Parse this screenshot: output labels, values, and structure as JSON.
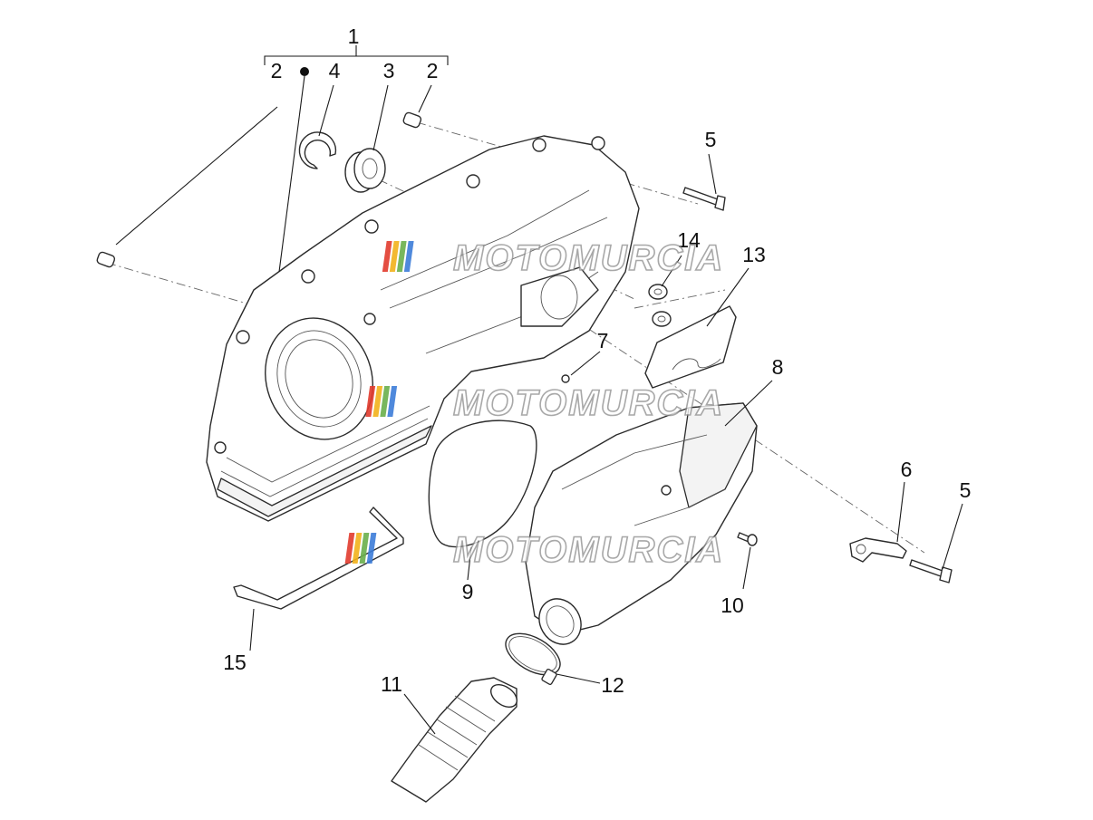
{
  "diagram": {
    "callouts": {
      "n1": "1",
      "n2a": "2",
      "n2b": "2",
      "n3": "3",
      "n4": "4",
      "n5a": "5",
      "n5b": "5",
      "n6": "6",
      "n7": "7",
      "n8": "8",
      "n9": "9",
      "n10": "10",
      "n11": "11",
      "n12": "12",
      "n13": "13",
      "n14": "14",
      "n15": "15"
    }
  },
  "watermark": {
    "text": "MOTOMURCIA",
    "colors": [
      "#e23b2e",
      "#f2b21b",
      "#6ab04c",
      "#3c7dd9"
    ]
  }
}
